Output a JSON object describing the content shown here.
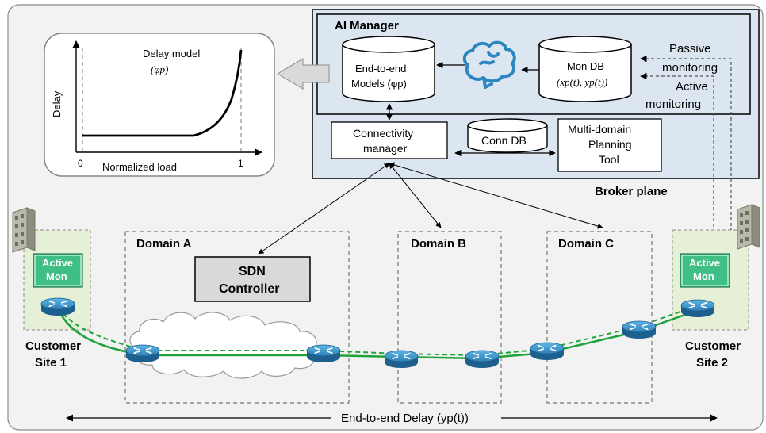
{
  "ai_manager": {
    "title": "AI Manager"
  },
  "broker_plane": {
    "label": "Broker plane"
  },
  "delay_model": {
    "title": "Delay model",
    "symbol": "(φp)",
    "ylabel": "Delay",
    "xlabel": "Normalized load",
    "x_min_tick": "0",
    "x_max_tick": "1"
  },
  "db_models": {
    "line1": "End-to-end",
    "line2": "Models (φp)"
  },
  "db_mon": {
    "line1": "Mon DB",
    "line2": "(xp(t), yp(t))"
  },
  "db_conn": {
    "label": "Conn DB"
  },
  "monitoring": {
    "passive_1": "Passive",
    "passive_2": "monitoring",
    "active_1": "Active",
    "active_2": "monitoring"
  },
  "connectivity_manager": {
    "line1": "Connectivity",
    "line2": "manager"
  },
  "planning_tool": {
    "line1": "Multi-domain",
    "line2": "Planning",
    "line3": "Tool"
  },
  "domains": {
    "a": "Domain A",
    "b": "Domain B",
    "c": "Domain C"
  },
  "sdn": {
    "line1": "SDN",
    "line2": "Controller"
  },
  "active_mon": {
    "line1": "Active",
    "line2": "Mon"
  },
  "sites": {
    "site1_l1": "Customer",
    "site1_l2": "Site 1",
    "site2_l1": "Customer",
    "site2_l2": "Site 2"
  },
  "e2e_delay": {
    "label": "End-to-end Delay (yp(t))"
  },
  "colors": {
    "broker_fill": "#dce6f1",
    "site_fill": "#e6f0d6",
    "active_mon_fill": "#3fbf86",
    "path_green": "#1fa33a",
    "router_blue": "#2e7fb5",
    "sdn_fill": "#d9d9d9"
  },
  "icons": [
    "brain-icon",
    "router-icon",
    "building-icon",
    "cloud-icon",
    "database-icon"
  ]
}
